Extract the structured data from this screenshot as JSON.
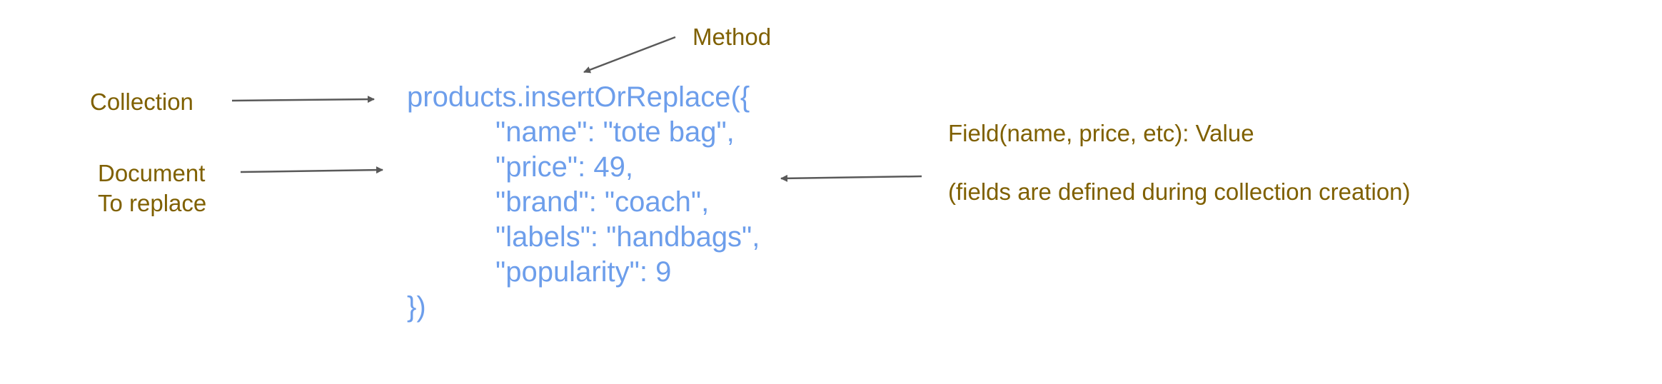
{
  "labels": {
    "method": "Method",
    "collection": "Collection",
    "document_line1": "Document",
    "document_line2": "To replace",
    "field_value": "Field(name, price, etc): Value",
    "fields_note": "(fields are defined during collection creation)"
  },
  "code": {
    "line1": "products.insertOrReplace({",
    "line2": "\"name\": \"tote bag\",",
    "line3": "\"price\": 49,",
    "line4": "\"brand\": \"coach\",",
    "line5": "\"labels\": \"handbags\",",
    "line6": "\"popularity\": 9",
    "line7": "})"
  },
  "colors": {
    "label_text": "#7f6000",
    "code_text": "#6d9eeb",
    "arrow": "#595959"
  }
}
